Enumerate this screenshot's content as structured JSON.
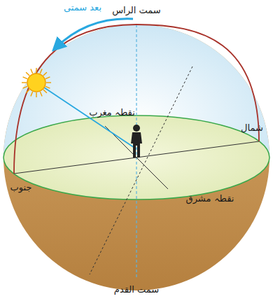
{
  "diagram": {
    "labels": [
      "سمت الراس",
      "بعد سمتی",
      "نقطہ مغرب",
      "شمال",
      "جنوب",
      "نقطہ مشرق",
      "سمت القدم"
    ]
  }
}
